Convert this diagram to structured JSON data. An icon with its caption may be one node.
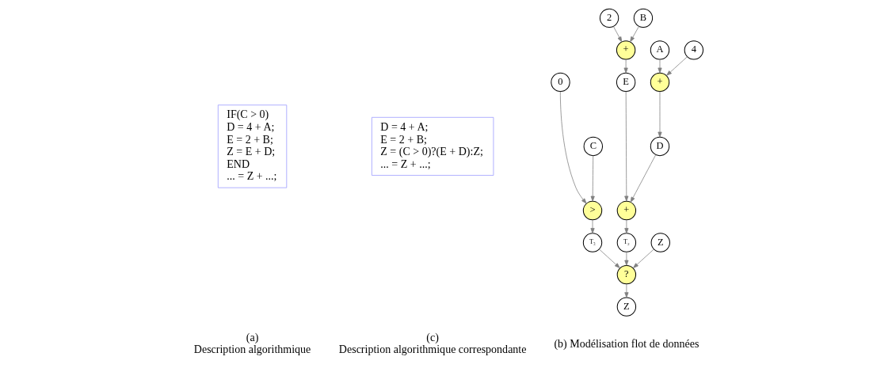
{
  "diagram": {
    "nodes": [
      {
        "text": [
          "IF(C > 0)",
          "D = 4 + A;",
          "E = 2 + B;",
          "Z = E + D;",
          "END",
          "... = Z + ...;"
        ]
      },
      {
        "text": [
          "4"
        ]
      },
      {
        "text": [
          "A"
        ]
      },
      {
        "text": [
          "+"
        ]
      },
      {
        "text": [
          "2"
        ]
      },
      {
        "text": [
          "B"
        ]
      },
      {
        "text": [
          "+"
        ]
      },
      {
        "text": [
          "D"
        ]
      },
      {
        "text": [
          "E"
        ]
      },
      {
        "text": [
          "C"
        ]
      },
      {
        "text": [
          "0"
        ]
      },
      {
        "text": [
          "+"
        ]
      },
      {
        "text": [
          ">"
        ]
      },
      {
        "text": [
          "T₂"
        ]
      },
      {
        "text": [
          "Z"
        ]
      },
      {
        "text": [
          "T₃"
        ]
      },
      {
        "text": [
          "?"
        ]
      },
      {
        "text": [
          "Z"
        ]
      },
      {
        "text": [
          "D = 4 + A;",
          "E = 2 + B;",
          "Z = (C > 0)?(E + D):Z;",
          "... = Z + ...;"
        ]
      }
    ],
    "edges": [
      {
        "from": 1,
        "to": 3,
        "arrow": "to"
      },
      {
        "from": 2,
        "to": 3,
        "arrow": "to"
      },
      {
        "from": 3,
        "to": 7,
        "arrow": "to"
      },
      {
        "from": 4,
        "to": 6,
        "arrow": "to"
      },
      {
        "from": 5,
        "to": 6,
        "arrow": "to"
      },
      {
        "from": 6,
        "to": 8,
        "arrow": "to"
      },
      {
        "from": 7,
        "to": 11,
        "arrow": "to"
      },
      {
        "from": 8,
        "to": 11,
        "arrow": "to"
      },
      {
        "from": 9,
        "to": 12,
        "arrow": "to"
      },
      {
        "from": 10,
        "to": 12,
        "arrow": "to"
      },
      {
        "from": 11,
        "to": 13,
        "arrow": "to"
      },
      {
        "from": 12,
        "to": 15,
        "arrow": "to"
      },
      {
        "from": 13,
        "to": 16,
        "arrow": "to"
      },
      {
        "from": 14,
        "to": 16,
        "arrow": "to"
      },
      {
        "from": 15,
        "to": 16,
        "arrow": "to"
      },
      {
        "from": 16,
        "to": 17,
        "arrow": "to"
      }
    ],
    "labels": [
      "(a) Description algorithmique",
      "(b) Modélisation flot de données",
      "(c) Description algorithmique correspondante"
    ]
  }
}
